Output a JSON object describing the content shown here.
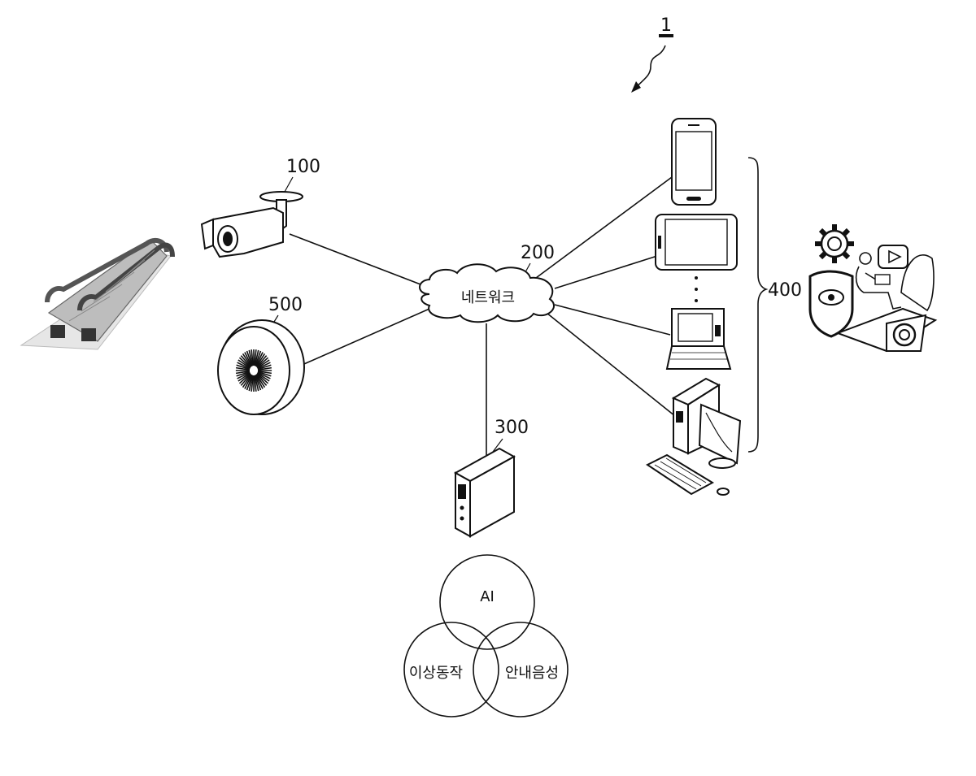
{
  "figure": {
    "system_ref": "1",
    "camera_ref": "100",
    "network_ref": "200",
    "network_label": "네트워크",
    "server_ref": "300",
    "terminals_ref": "400",
    "speaker_ref": "500",
    "venn": {
      "top": "AI",
      "left": "이상동작",
      "right": "안내음성"
    }
  }
}
